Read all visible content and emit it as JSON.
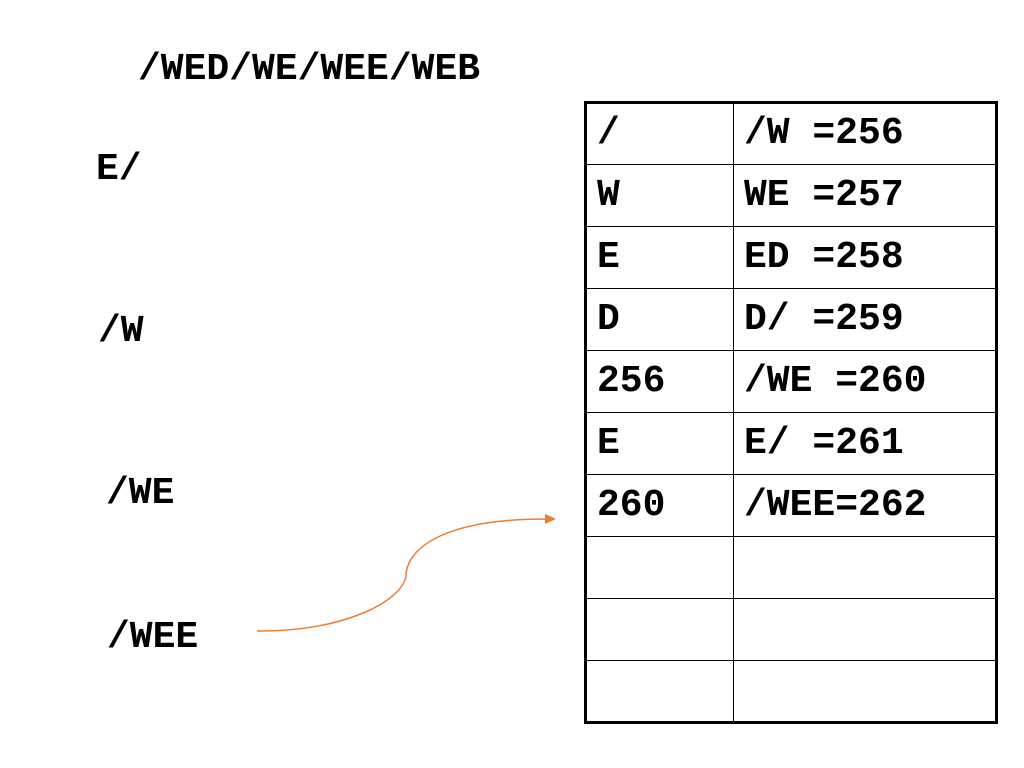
{
  "title": "/WED/WE/WEE/WEB",
  "segments": [
    "E/",
    "/W",
    "/WE",
    "/WEE"
  ],
  "table": {
    "rows": [
      [
        "/",
        "/W =256"
      ],
      [
        "W",
        "WE =257"
      ],
      [
        "E",
        "ED =258"
      ],
      [
        "D",
        "D/ =259"
      ],
      [
        "256",
        "/WE =260"
      ],
      [
        "E",
        "E/ =261"
      ],
      [
        "260",
        "/WEE=262"
      ],
      [
        "",
        ""
      ],
      [
        "",
        ""
      ],
      [
        "",
        ""
      ]
    ]
  },
  "colors": {
    "arrow": "#ed7d31",
    "text": "#000000",
    "border": "#000000"
  }
}
